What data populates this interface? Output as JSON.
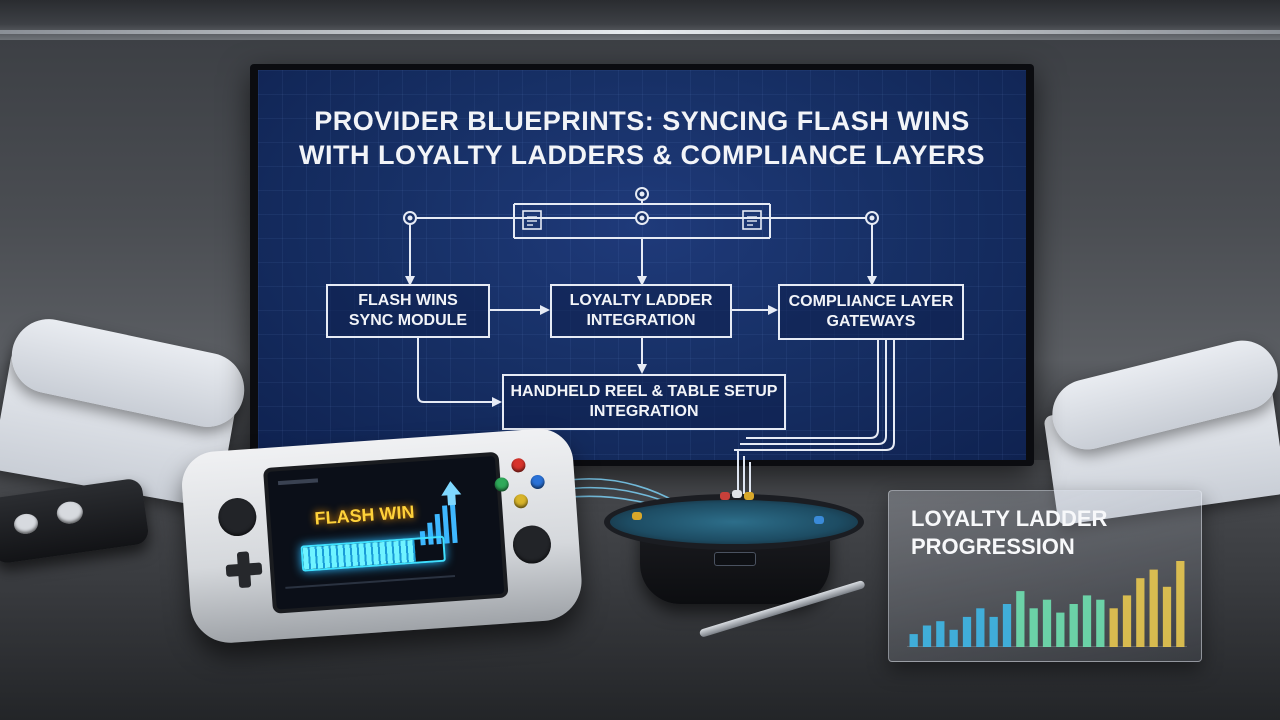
{
  "monitor": {
    "title_line1": "PROVIDER BLUEPRINTS: SYNCING FLASH WINS",
    "title_line2": "WITH LOYALTY LADDERS & COMPLIANCE LAYERS",
    "boxes": [
      {
        "line1": "FLASH WINS",
        "line2": "SYNC MODULE"
      },
      {
        "line1": "LOYALTY LADDER",
        "line2": "INTEGRATION"
      },
      {
        "line1": "COMPLIANCE LAYER",
        "line2": "GATEWAYS"
      },
      {
        "line1": "HANDHELD REEL & TABLE SETUP",
        "line2": "INTEGRATION"
      }
    ],
    "icons": [
      "document-icon",
      "document-icon"
    ]
  },
  "handheld": {
    "flash_text": "FLASH WIN",
    "flash_progress": 0.8
  },
  "glass_panel": {
    "title_line1": "LOYALTY LADDER",
    "title_line2": "PROGRESSION"
  },
  "chart_data": {
    "type": "bar",
    "values": [
      1.5,
      2.5,
      3,
      2,
      3.5,
      4.5,
      3.5,
      5,
      6.5,
      4.5,
      5.5,
      4,
      5,
      6,
      5.5,
      4.5,
      6,
      8,
      9,
      7,
      10
    ],
    "colors": {
      "low": "#3fb8e8",
      "mid": "#6fe0b0",
      "high": "#e8c850"
    }
  },
  "colors": {
    "screen_blue": "#173066",
    "flow_line": "#e6ebf5",
    "flash_gold": "#ffd23a",
    "flash_cyan": "#3fe0ff"
  }
}
